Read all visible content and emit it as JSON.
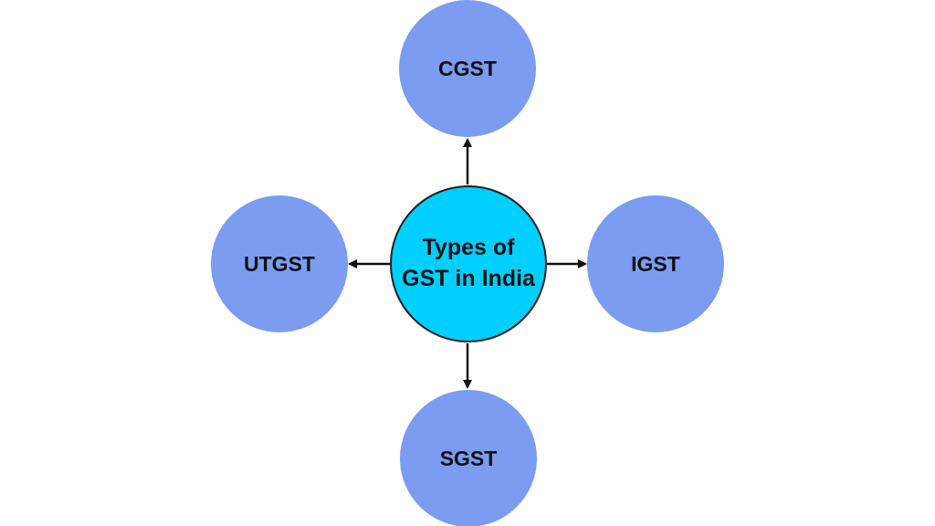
{
  "center": {
    "label": "Types of GST in India",
    "color": "#00CFFF"
  },
  "branches": [
    {
      "id": "cgst",
      "label": "CGST"
    },
    {
      "id": "utgst",
      "label": "UTGST"
    },
    {
      "id": "igst",
      "label": "IGST"
    },
    {
      "id": "sgst",
      "label": "SGST"
    }
  ],
  "colors": {
    "branch_fill": "#7B9CF0",
    "arrow": "#111111",
    "background": "#FFFFFF"
  }
}
